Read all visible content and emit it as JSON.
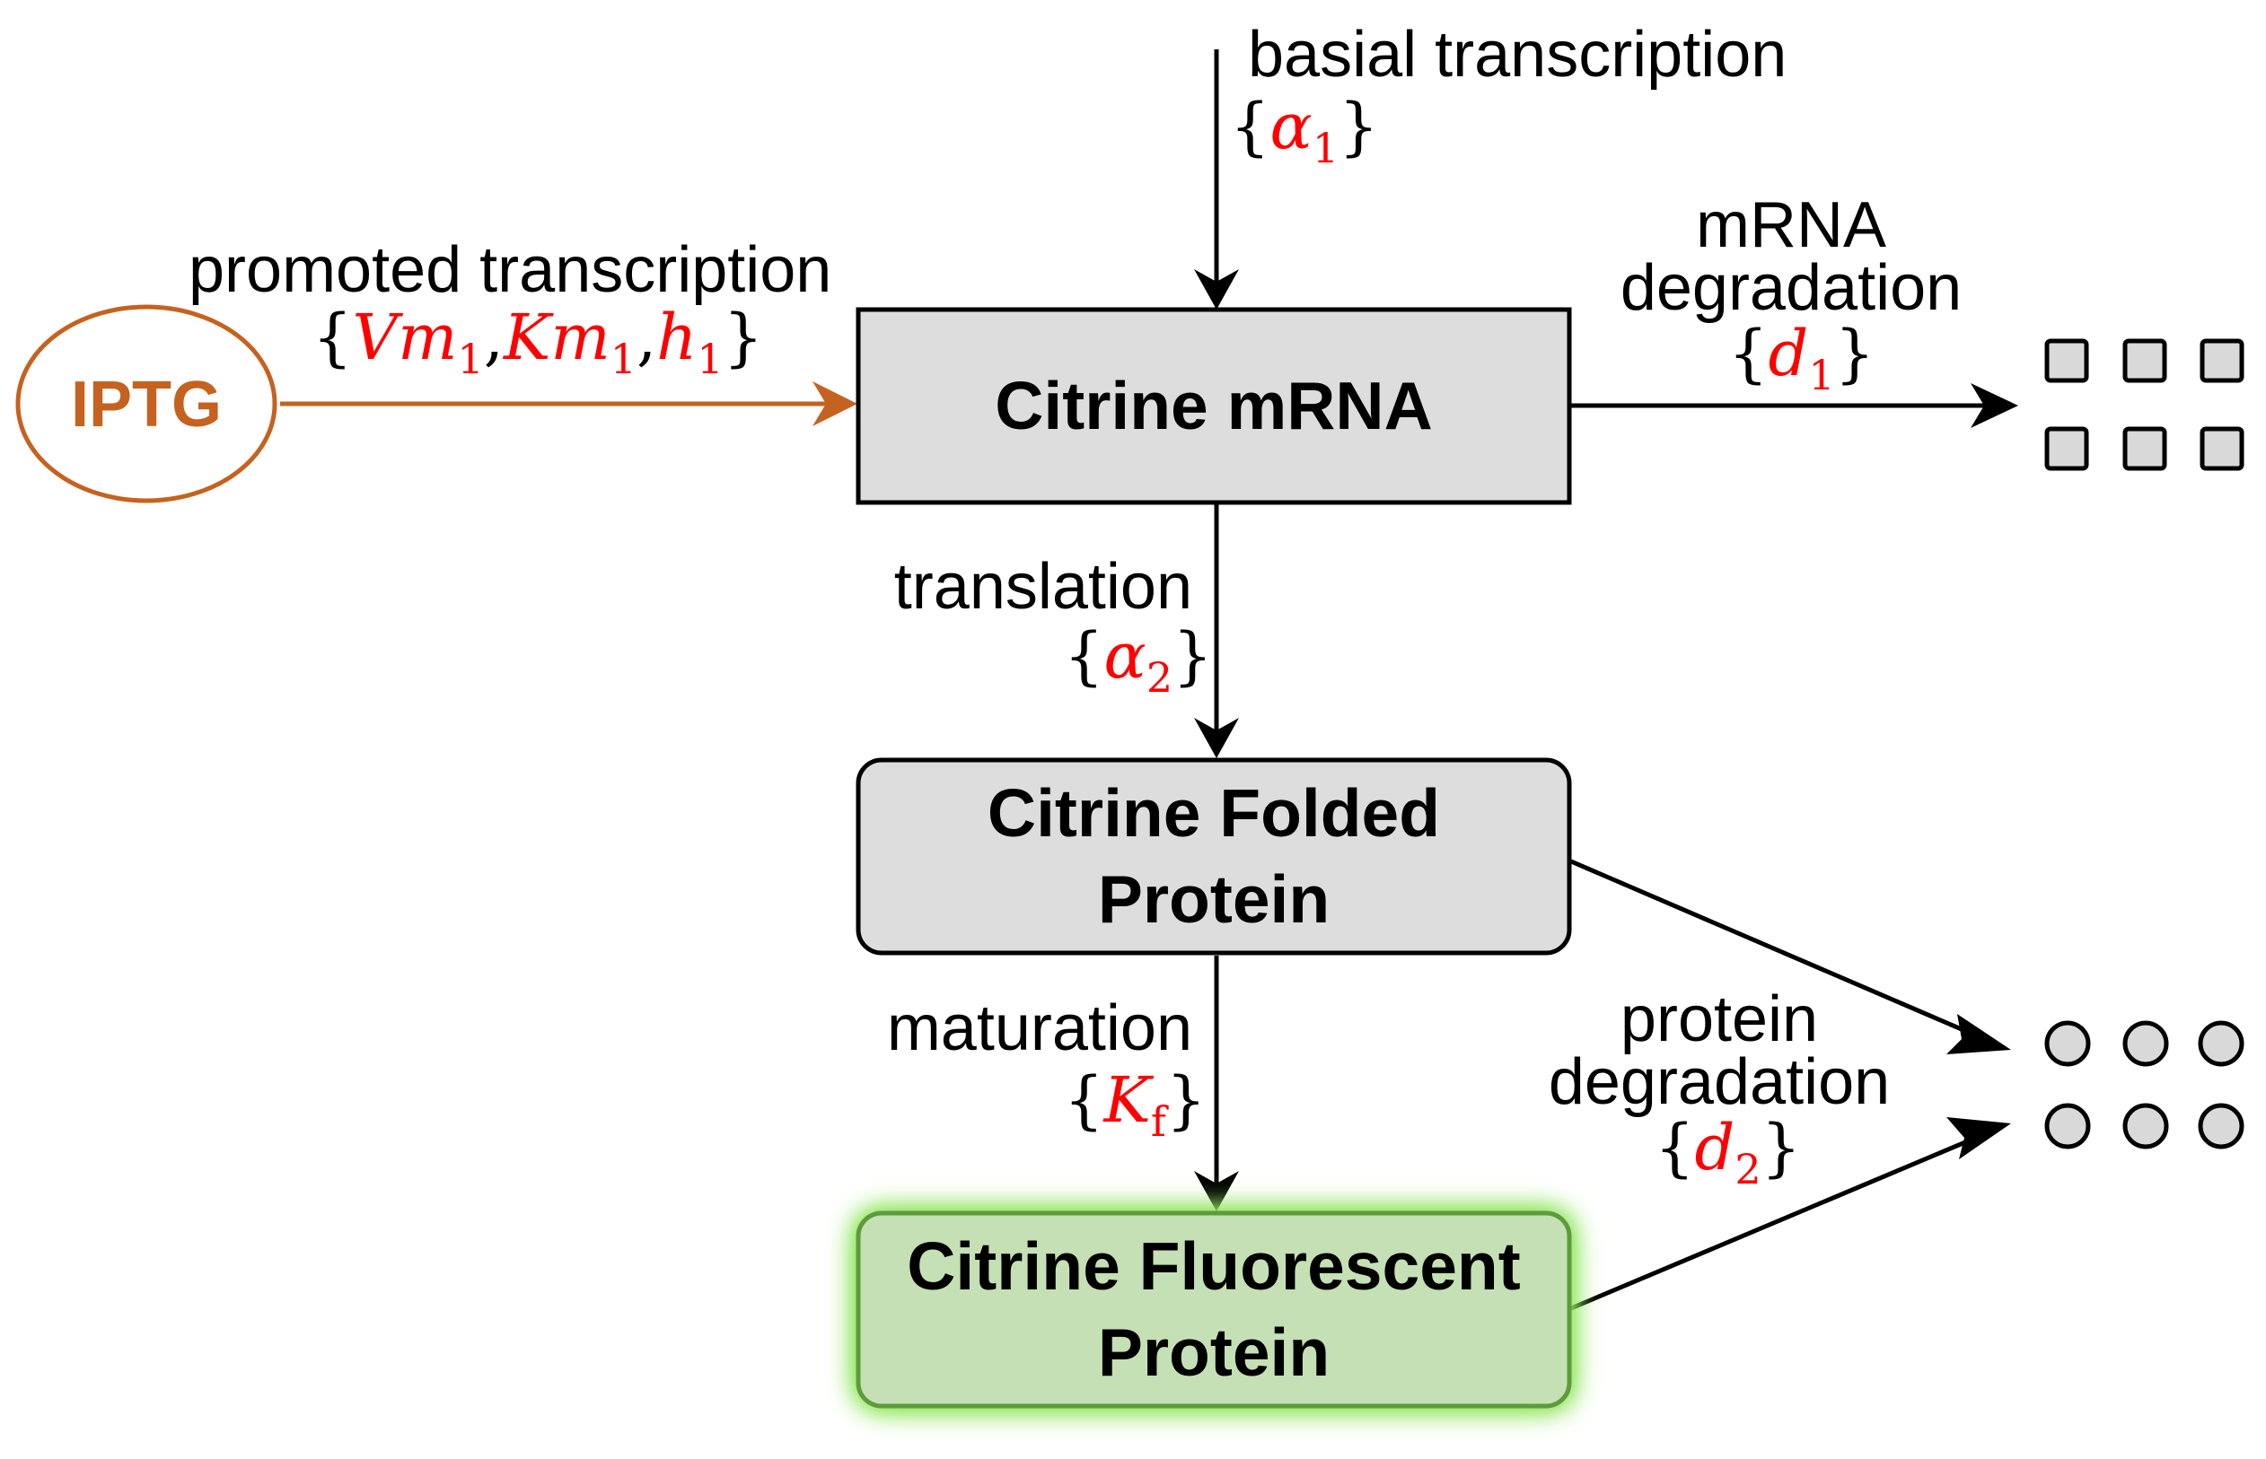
{
  "nodes": {
    "iptg": "IPTG",
    "mrna": "Citrine mRNA",
    "folded_line1": "Citrine Folded",
    "folded_line2": "Protein",
    "fluorescent_line1": "Citrine Fluorescent",
    "fluorescent_line2": "Protein"
  },
  "processes": {
    "basal": {
      "label": "basial transcription",
      "params": [
        {
          "sym": "α",
          "sub": "1"
        }
      ]
    },
    "promoted": {
      "label": "promoted transcription",
      "params": [
        {
          "sym": "Vm",
          "sub": "1"
        },
        {
          "sym": "Km",
          "sub": "1"
        },
        {
          "sym": "h",
          "sub": "1"
        }
      ]
    },
    "mrna_degradation": {
      "label_line1": "mRNA",
      "label_line2": "degradation",
      "params": [
        {
          "sym": "d",
          "sub": "1"
        }
      ]
    },
    "translation": {
      "label": "translation",
      "params": [
        {
          "sym": "α",
          "sub": "2"
        }
      ]
    },
    "maturation": {
      "label": "maturation",
      "params": [
        {
          "sym": "K",
          "sub": "f"
        }
      ]
    },
    "protein_degradation": {
      "label_line1": "protein",
      "label_line2": "degradation",
      "params": [
        {
          "sym": "d",
          "sub": "2"
        }
      ]
    }
  },
  "colors": {
    "iptg": "#C5621F",
    "param": "#FF0000",
    "node_fill": "#DDDDDD",
    "fluorescent_fill": "#C5E0B4",
    "fluorescent_stroke": "#5E9B3C",
    "glow": "#7FE04A"
  },
  "icons": {
    "mrna_degradation_products": "square-grid-icon",
    "protein_degradation_products": "circle-grid-icon"
  }
}
